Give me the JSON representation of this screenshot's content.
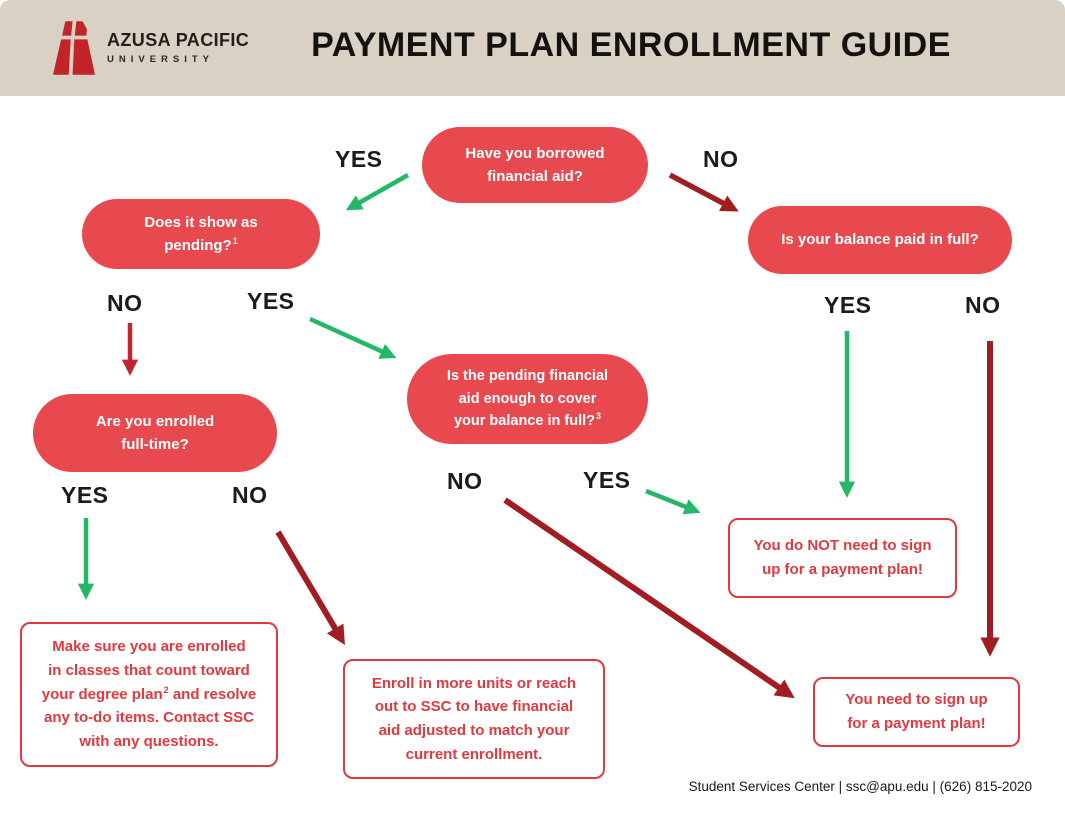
{
  "colors": {
    "header_bg": "#d9d1c3",
    "logo_red": "#c3242a",
    "node_red": "#e8494e",
    "outcome_red": "#e2383e",
    "green_arrow": "#24b768",
    "dark_red_arrow": "#a21d21",
    "bright_red_arrow": "#c2262c"
  },
  "header": {
    "logo": {
      "line1": "AZUSA PACIFIC",
      "line2": "UNIVERSITY"
    },
    "title": "PAYMENT PLAN ENROLLMENT GUIDE"
  },
  "flow": {
    "labels": {
      "yes": "YES",
      "no": "NO"
    },
    "q_borrowed": {
      "l1": "Have you borrowed",
      "l2": "financial aid?"
    },
    "q_pending": {
      "l1": "Does it show as",
      "l2": "pending?",
      "sup": "1"
    },
    "q_balance": {
      "l1": "Is your balance paid in full?"
    },
    "q_aid_cover": {
      "l1": "Is the pending financial",
      "l2": "aid enough to cover",
      "l3": "your balance in full?",
      "sup": "3"
    },
    "q_fulltime": {
      "l1": "Are you enrolled",
      "l2": "full-time?"
    }
  },
  "outcomes": {
    "enrolled_check": {
      "l1": "Make sure you are enrolled",
      "l2": "in classes that count toward",
      "l3a": "your degree plan",
      "l3sup": "2",
      "l3b": " and resolve",
      "l4": "any to-do items. Contact SSC",
      "l5": "with any questions."
    },
    "enroll_more": {
      "l1": "Enroll in more units or reach",
      "l2": "out to SSC to have financial",
      "l3": "aid adjusted to match your",
      "l4": "current enrollment."
    },
    "no_plan": {
      "l1": "You do NOT need to sign",
      "l2": "up for a payment plan!"
    },
    "need_plan": {
      "l1": "You need to sign up",
      "l2": "for a payment plan!"
    }
  },
  "footer": {
    "text": "Student Services Center | ssc@apu.edu | (626) 815-2020"
  }
}
